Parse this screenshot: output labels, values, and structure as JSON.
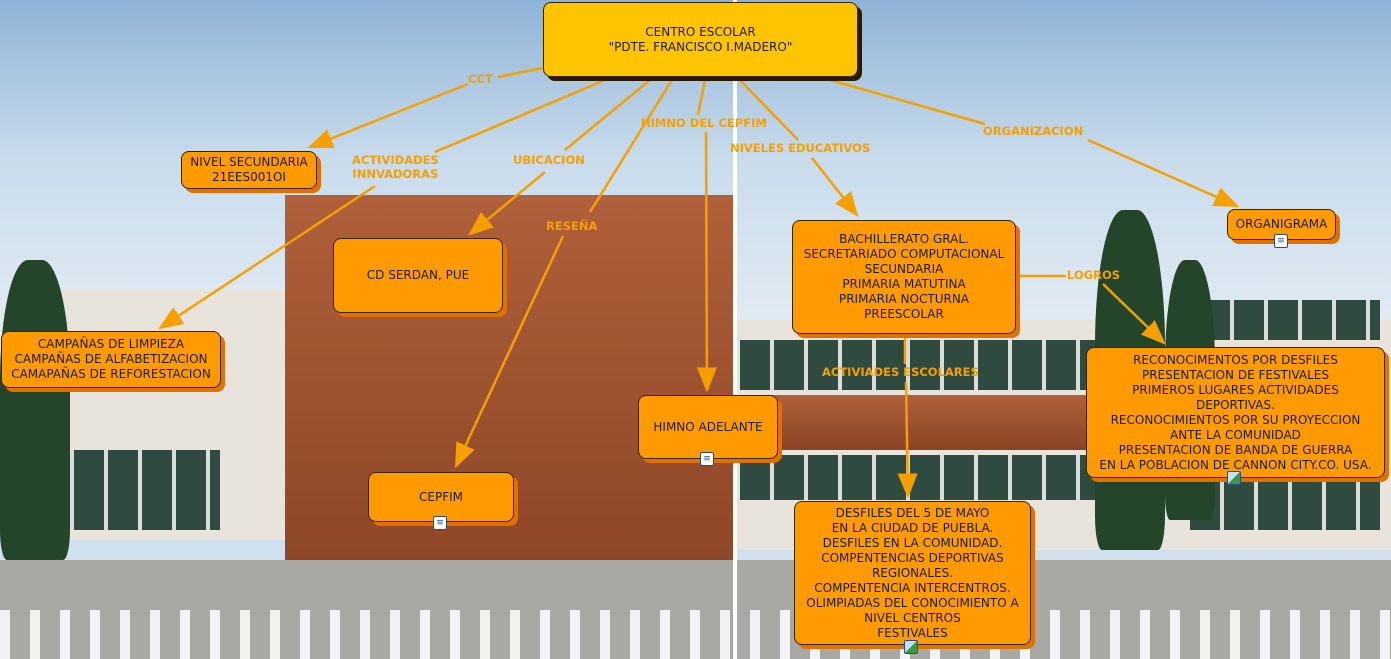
{
  "map": {
    "root": "CENTRO ESCOLAR\n\"PDTE. FRANCISCO I.MADERO\"",
    "nodes": {
      "nivel_secundaria": "NIVEL SECUNDARIA\n21EES001OI",
      "cd_serdan": "CD SERDAN, PUE",
      "campanas": "CAMPAÑAS DE LIMPIEZA\nCAMPAÑAS DE ALFABETIZACION\nCAMAPAÑAS DE REFORESTACION",
      "cepfim": "CEPFIM",
      "himno": "HIMNO ADELANTE",
      "niveles": "BACHILLERATO GRAL.\nSECRETARIADO COMPUTACIONAL\nSECUNDARIA\nPRIMARIA MATUTINA\nPRIMARIA NOCTURNA\nPREESCOLAR",
      "organigrama": "ORGANIGRAMA",
      "logros": "RECONOCIMENTOS  POR DESFILES\nPRESENTACION DE FESTIVALES\nPRIMEROS LUGARES ACTIVIDADES\nDEPORTIVAS.\nRECONOCIMIENTOS POR SU PROYECCION\nANTE LA COMUNIDAD\nPRESENTACION DE BANDA DE GUERRA\nEN LA POBLACION DE CANNON CITY.CO. USA.",
      "actividades": "DESFILES DEL 5 DE MAYO\nEN LA CIUDAD DE PUEBLA.\nDESFILES EN LA COMUNIDAD.\nCOMPENTENCIAS DEPORTIVAS\nREGIONALES.\nCOMPENTENCIA INTERCENTROS.\nOLIMPIADAS DEL CONOCIMIENTO A\nNIVEL CENTROS\nFESTIVALES"
    },
    "links": {
      "cct": "CCT",
      "innovadoras": "ACTIVIDADES\nINNVADORAS",
      "ubicacion": "UBICACION",
      "resena": "RESEÑA",
      "himno": "HIMNO DEL CEPFIM",
      "niveles": "NIVELES EDUCATIVOS",
      "organizacion": "ORGANIZACION",
      "logros": "LOGROS",
      "escolares": "ACTIVIADES ESCOLARES"
    },
    "colors": {
      "node": "#ff9a00",
      "root": "#ffc400",
      "link": "#f5a000"
    }
  }
}
